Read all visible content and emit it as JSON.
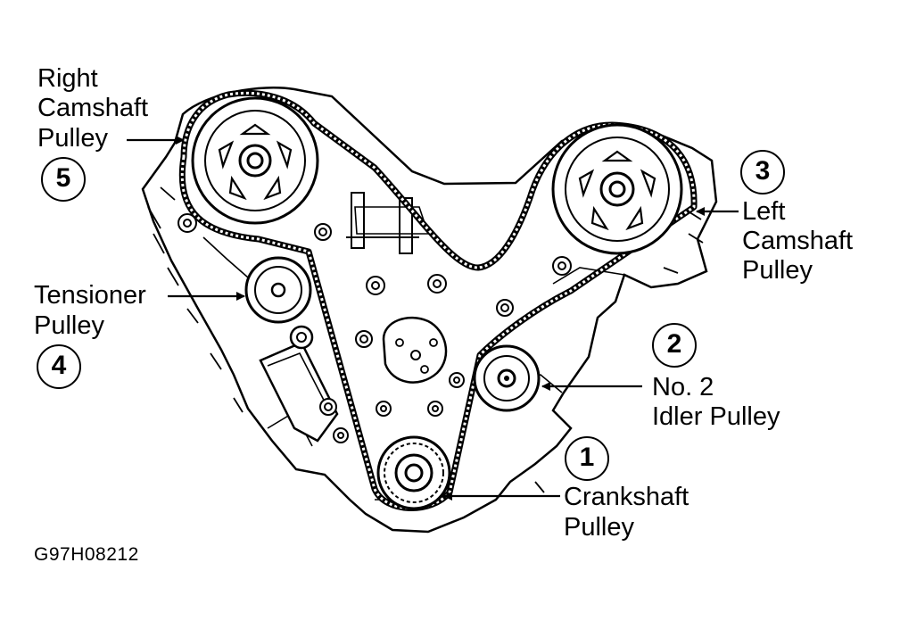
{
  "callouts": {
    "right_camshaft": {
      "number": "5",
      "line1": "Right",
      "line2": "Camshaft",
      "line3": "Pulley"
    },
    "left_camshaft": {
      "number": "3",
      "line1": "Left",
      "line2": "Camshaft",
      "line3": "Pulley"
    },
    "tensioner": {
      "number": "4",
      "line1": "Tensioner",
      "line2": "Pulley"
    },
    "idler": {
      "number": "2",
      "line1": "No. 2",
      "line2": "Idler Pulley"
    },
    "crankshaft": {
      "number": "1",
      "line1": "Crankshaft",
      "line2": "Pulley"
    }
  },
  "figure_code": "G97H08212",
  "colors": {
    "line": "#000000",
    "background": "#ffffff"
  }
}
